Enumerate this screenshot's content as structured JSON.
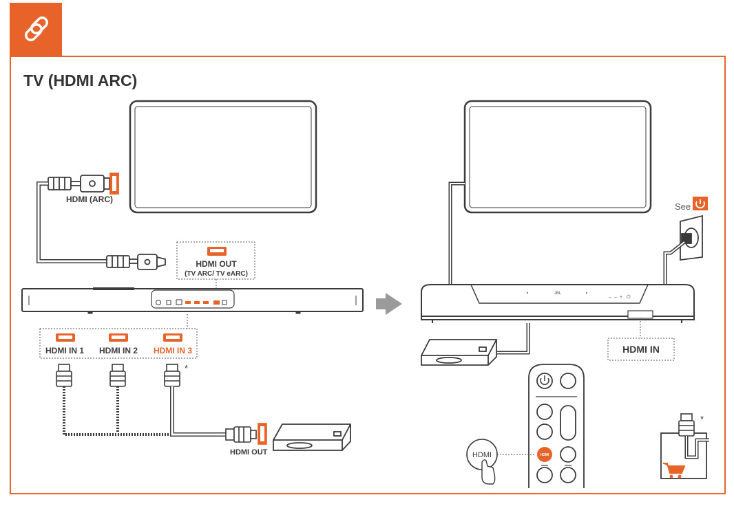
{
  "title": "TV (HDMI ARC)",
  "labels": {
    "hdmi_arc": "HDMI (ARC)",
    "hdmi_out_tv": "HDMI OUT",
    "tv_arc_sub": "(TV ARC/ TV eARC)",
    "hdmi_in_1": "HDMI IN 1",
    "hdmi_in_2": "HDMI IN 2",
    "hdmi_in_3": "HDMI IN 3",
    "hdmi_out_player": "HDMI OUT",
    "asterisk": "*",
    "see": "See",
    "hdmi_in": "HDMI IN",
    "hdmi_button": "HDMI",
    "remote_hdmi": "HDMI",
    "brand": "JBL"
  },
  "icons": {
    "tab": "link-icon",
    "power_ref": "power-icon",
    "cart": "cart-icon",
    "arrow": "right-arrow-icon"
  },
  "colors": {
    "accent": "#e8632a",
    "line": "#3a3a3a",
    "grey": "#9a9a9a"
  }
}
